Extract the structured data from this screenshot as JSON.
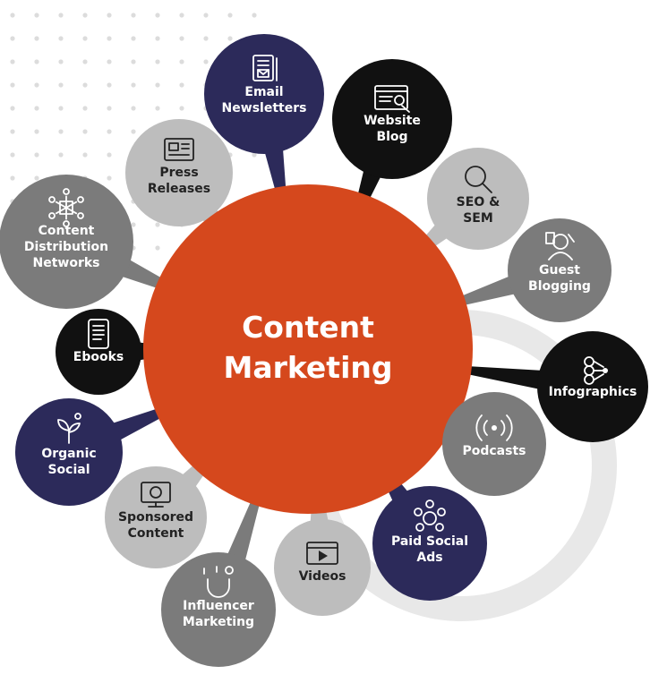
{
  "center": {
    "line1": "Content",
    "line2": "Marketing"
  },
  "colors": {
    "center": "#d5481d",
    "navy": "#2c2a5a",
    "black": "#111111",
    "gray": "#7b7b7b",
    "lightgray": "#bdbdbd",
    "ring": "#e8e8e8",
    "dots": "#dcdcdc"
  },
  "nodes": [
    {
      "id": "email-newsletters",
      "lines": [
        "Email",
        "Newsletters"
      ],
      "icon": "newsletter-icon"
    },
    {
      "id": "website-blog",
      "lines": [
        "Website",
        "Blog"
      ],
      "icon": "website-blog-icon"
    },
    {
      "id": "seo-sem",
      "lines": [
        "SEO &",
        "SEM"
      ],
      "icon": "magnifier-icon"
    },
    {
      "id": "guest-blogging",
      "lines": [
        "Guest",
        "Blogging"
      ],
      "icon": "guest-blogger-icon"
    },
    {
      "id": "infographics",
      "lines": [
        "Infographics"
      ],
      "icon": "infographic-icon"
    },
    {
      "id": "podcasts",
      "lines": [
        "Podcasts"
      ],
      "icon": "broadcast-icon"
    },
    {
      "id": "paid-social-ads",
      "lines": [
        "Paid Social",
        "Ads"
      ],
      "icon": "paid-ads-icon"
    },
    {
      "id": "videos",
      "lines": [
        "Videos"
      ],
      "icon": "video-player-icon"
    },
    {
      "id": "influencer-marketing",
      "lines": [
        "Influencer",
        "Marketing"
      ],
      "icon": "magnet-icon"
    },
    {
      "id": "sponsored-content",
      "lines": [
        "Sponsored",
        "Content"
      ],
      "icon": "sponsored-monitor-icon"
    },
    {
      "id": "organic-social",
      "lines": [
        "Organic",
        "Social"
      ],
      "icon": "organic-sprout-icon"
    },
    {
      "id": "ebooks",
      "lines": [
        "Ebooks"
      ],
      "icon": "ebook-reader-icon"
    },
    {
      "id": "content-distribution-networks",
      "lines": [
        "Content",
        "Distribution",
        "Networks"
      ],
      "icon": "network-hub-icon"
    },
    {
      "id": "press-releases",
      "lines": [
        "Press",
        "Releases"
      ],
      "icon": "newspaper-icon"
    }
  ]
}
